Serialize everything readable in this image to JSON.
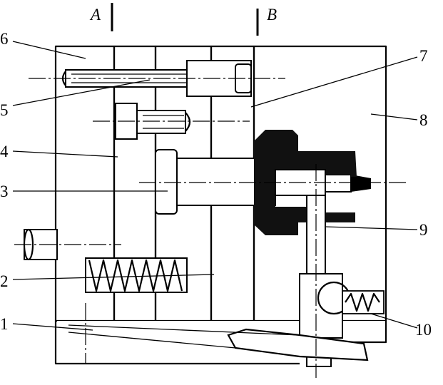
{
  "figure": {
    "section_marks": [
      "A",
      "B"
    ],
    "part_numbers": [
      "1",
      "2",
      "3",
      "4",
      "5",
      "6",
      "7",
      "8",
      "9",
      "10"
    ]
  }
}
